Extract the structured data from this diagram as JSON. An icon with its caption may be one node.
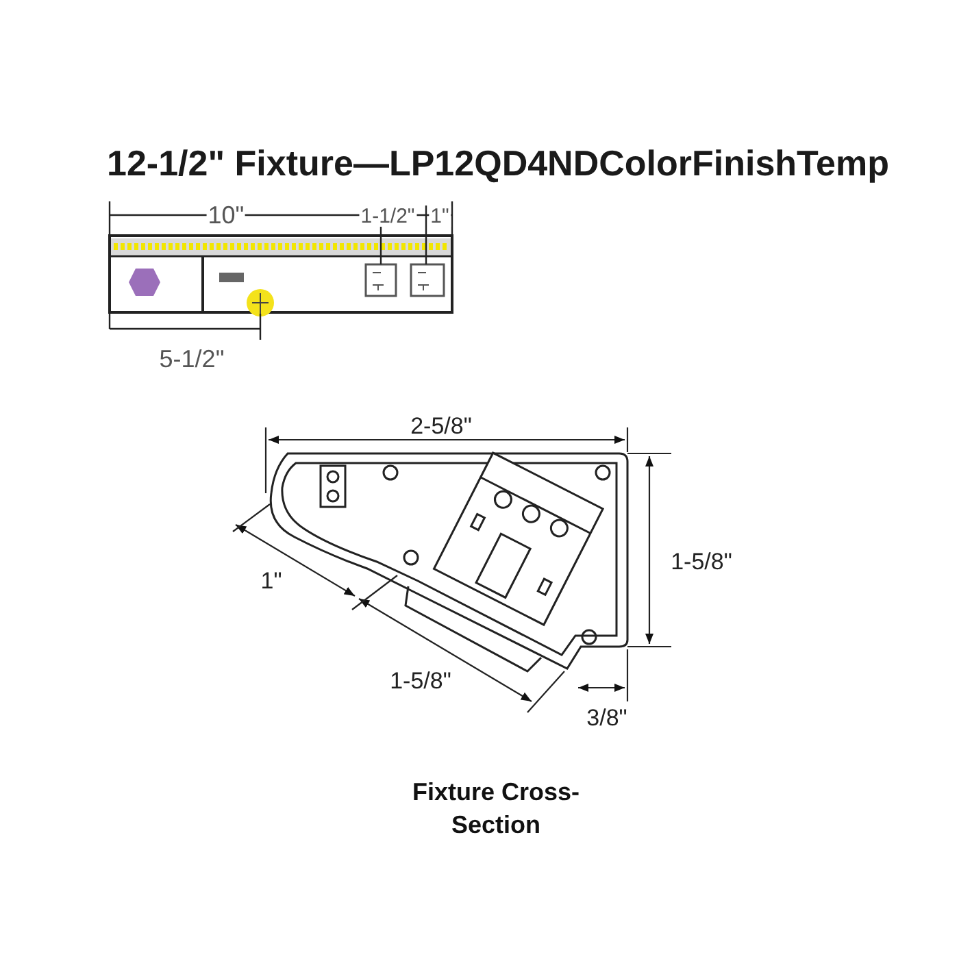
{
  "diagram": {
    "title": "12-1/2\" Fixture—LP12QD4NDColorFinishTemp",
    "caption": "Fixture Cross-Section",
    "labels": [
      "10\"",
      "1-1/2\"",
      "1\"",
      "5-1/2\"",
      "2-5/8\"",
      "1-5/8\"",
      "1\"",
      "1-5/8\"",
      "3/8\""
    ]
  }
}
